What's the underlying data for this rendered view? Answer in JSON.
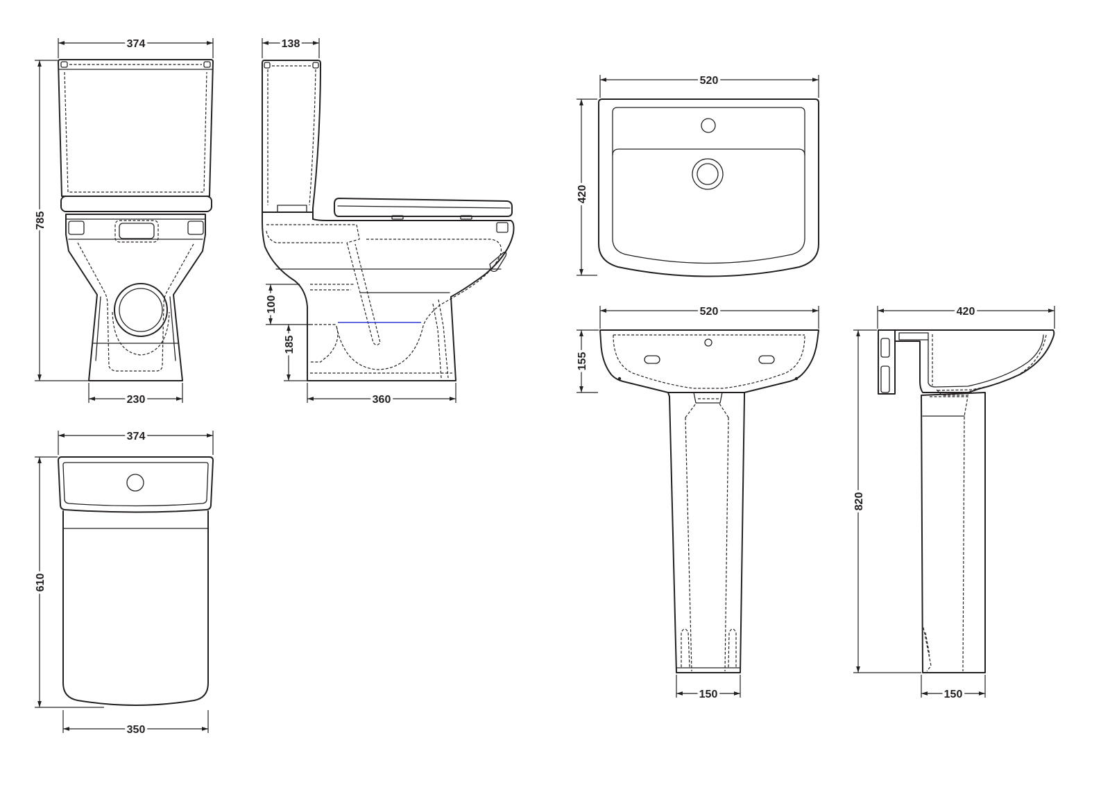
{
  "wc_front": {
    "width": "374",
    "height": "785",
    "pan_width": "230"
  },
  "wc_side": {
    "cistern_depth": "138",
    "outlet_height": "100",
    "outlet_centre": "185",
    "pan_depth": "360"
  },
  "wc_plan": {
    "width": "374",
    "projection": "610",
    "seat_width": "350"
  },
  "basin_plan": {
    "width": "520",
    "depth": "420"
  },
  "basin_front": {
    "width": "520",
    "bowl_height": "155",
    "pedestal_width": "150"
  },
  "basin_side": {
    "depth": "420",
    "overall_height": "820",
    "pedestal_width": "150"
  },
  "colors": {
    "line": "#231f20",
    "highlight": "#2e3ad0",
    "background": "#ffffff"
  }
}
